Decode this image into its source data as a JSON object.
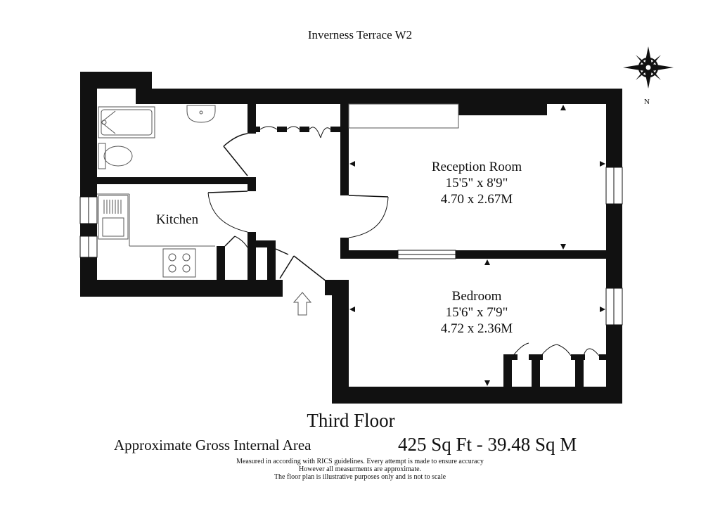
{
  "plan": {
    "title": "Inverness Terrace W2",
    "compass_label": "N",
    "rooms": {
      "reception": {
        "name": "Reception Room",
        "imperial": "15'5\" x 8'9\"",
        "metric": "4.70 x 2.67M"
      },
      "bedroom": {
        "name": "Bedroom",
        "imperial": "15'6\" x 7'9\"",
        "metric": "4.72 x 2.36M"
      },
      "kitchen": {
        "name": "Kitchen"
      }
    },
    "floor_name": "Third Floor",
    "area_label": "Approximate Gross Internal Area",
    "area_value": "425 Sq Ft - 39.48 Sq M",
    "disclaimer": [
      "Measured in according with RICS guidelines. Every attempt is made to ensure accuracy",
      "However all measurments are approximate.",
      "The floor plan is illustrative purposes only and is not to scale"
    ]
  }
}
